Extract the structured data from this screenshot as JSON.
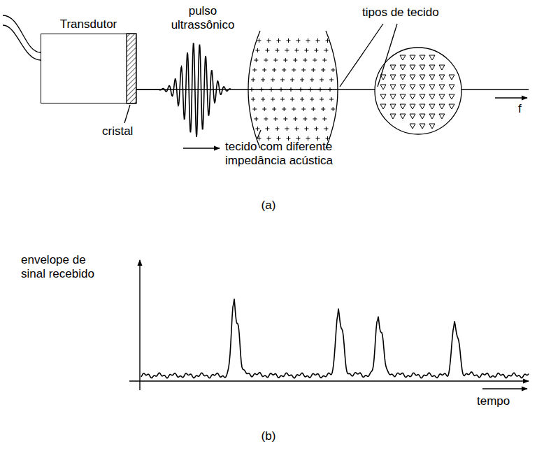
{
  "diagram": {
    "nodes": [
      {
        "text": [
          "Transdutor"
        ]
      }
    ],
    "labels": [
      "cristal",
      "pulso ultrassônico",
      "tipos de tecido",
      "f",
      "tecido com diferente impedância acústica",
      "(a)",
      "envelope de sinal recebido",
      "tempo",
      "(b)"
    ]
  }
}
